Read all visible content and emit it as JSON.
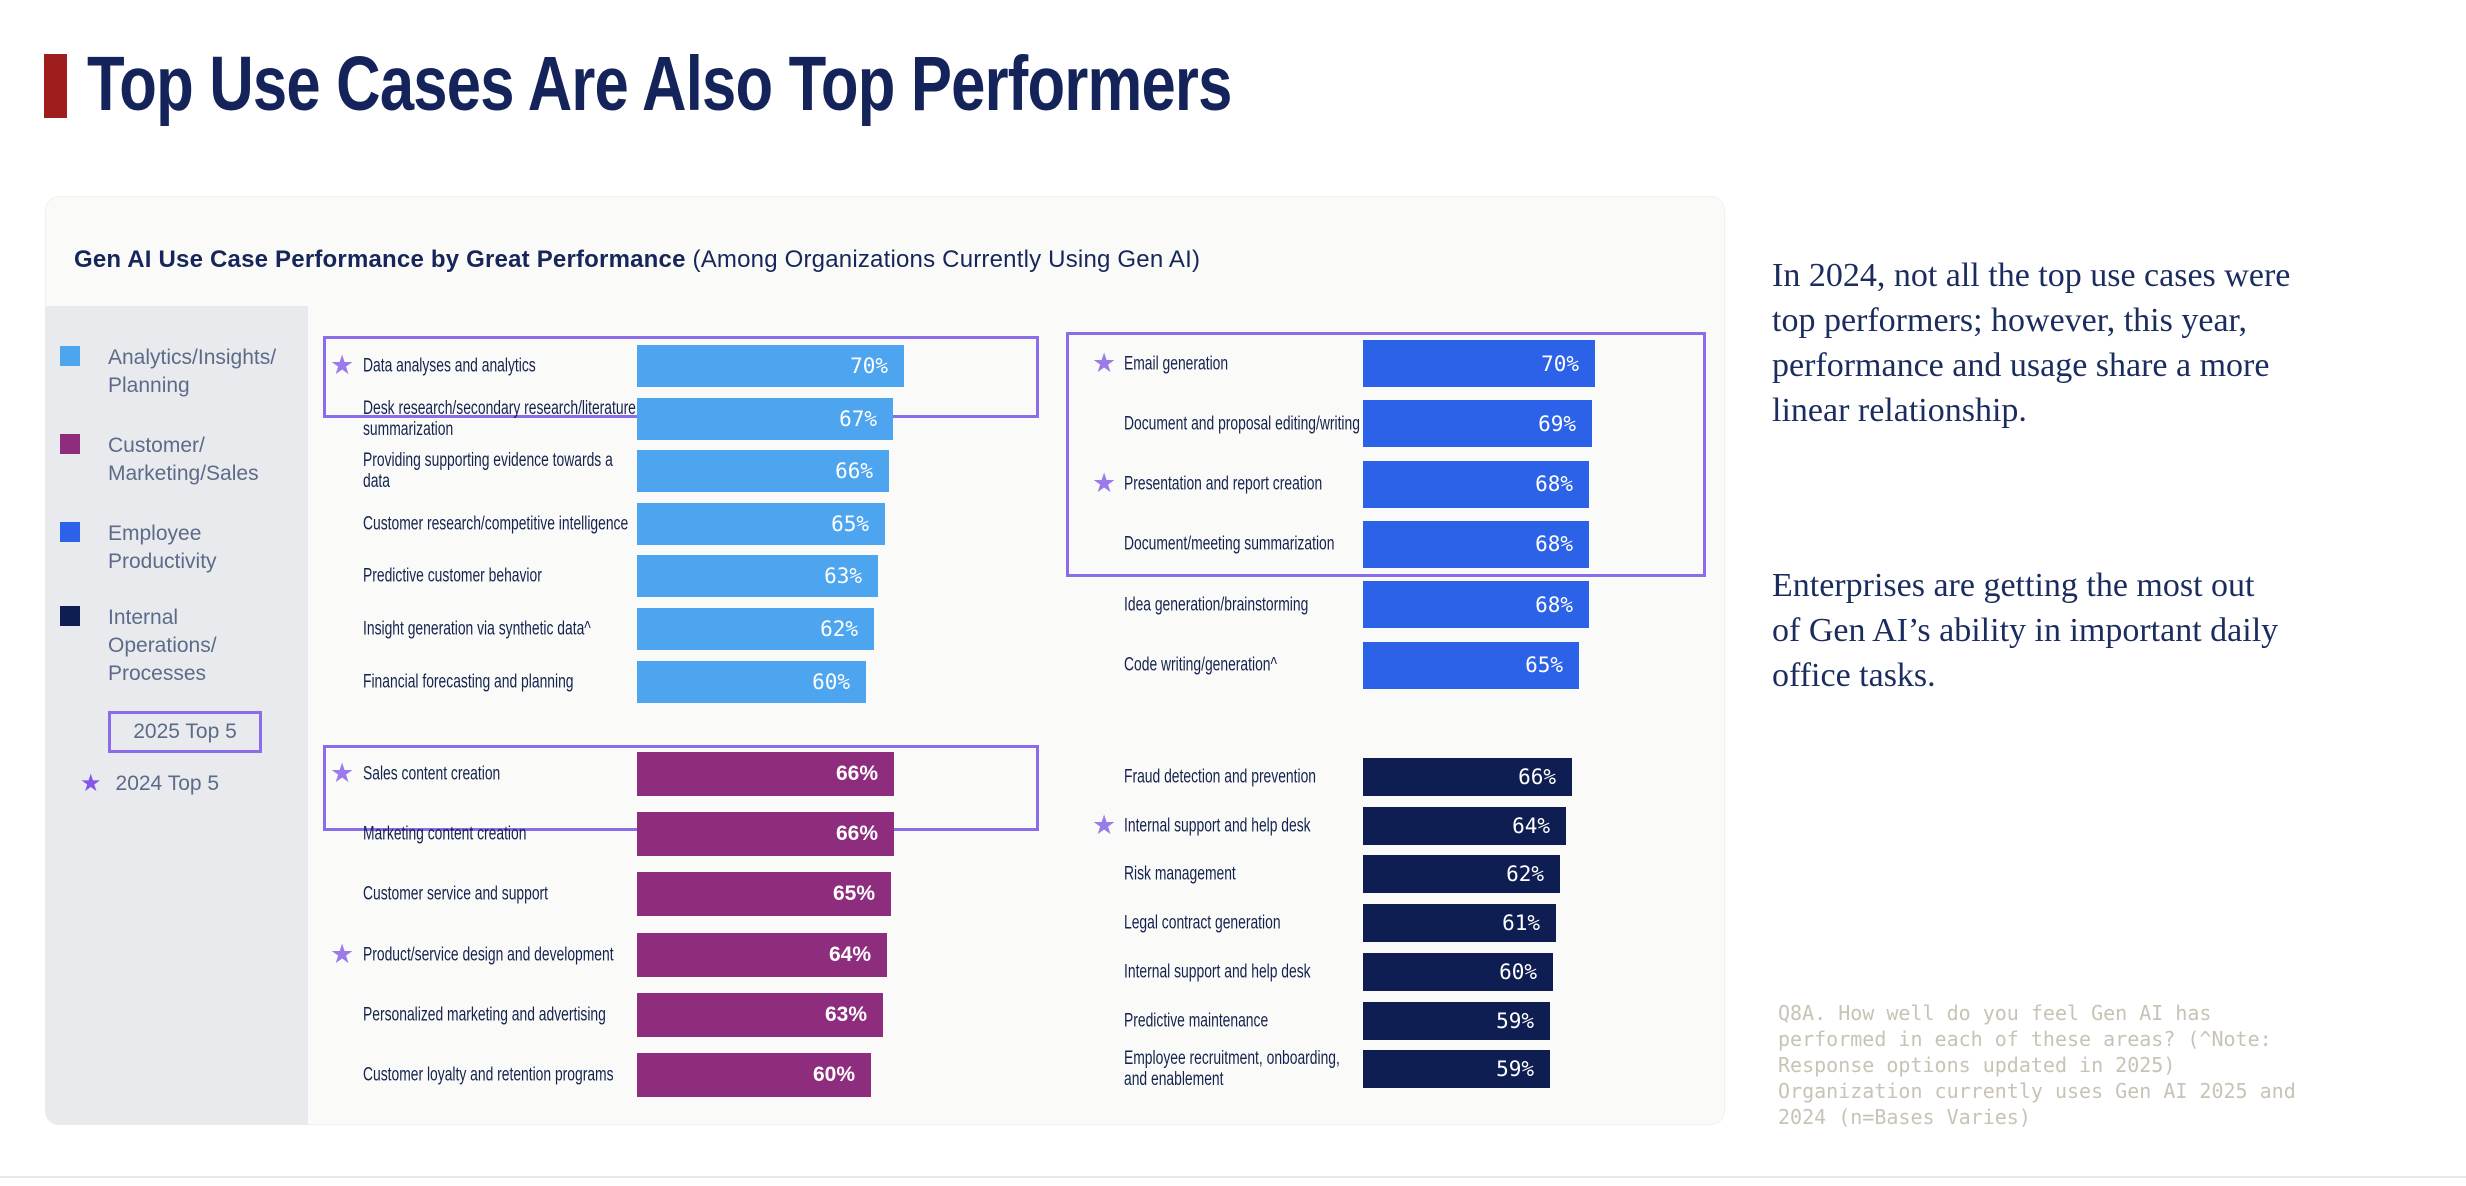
{
  "page": {
    "title": "Top Use Cases Are Also Top Performers",
    "accent_color": "#9E1E1E",
    "title_color": "#14235A"
  },
  "panel": {
    "heading_bold": "Gen AI Use Case Performance by Great Performance",
    "heading_rest": " (Among Organizations Currently Using Gen AI)"
  },
  "legend": {
    "items": [
      {
        "label": "Analytics/Insights/\nPlanning",
        "color": "#4DA5F0"
      },
      {
        "label": "Customer/\nMarketing/Sales",
        "color": "#8E2C7D"
      },
      {
        "label": "Employee\nProductivity",
        "color": "#2B62E8"
      },
      {
        "label": "Internal\nOperations/\nProcesses",
        "color": "#0E1E52"
      }
    ],
    "top5_2025_label": "2025 Top 5",
    "top5_2024_label": "2024 Top 5",
    "star_icon": "★",
    "highlight_color": "#8B6CEA",
    "star_color": "#8357E8"
  },
  "chart_data": {
    "type": "bar",
    "orientation": "horizontal",
    "unit": "%",
    "title": "Gen AI Use Case Performance by Great Performance (Among Organizations Currently Using Gen AI)",
    "value_range": [
      0,
      100
    ],
    "legend_position": "left",
    "grid": false,
    "groups": [
      {
        "name": "Analytics/Insights/Planning",
        "color": "#4DA5F0",
        "column": "left",
        "bars": [
          {
            "label": "Data analyses and analytics",
            "value": 70,
            "star_2024": true,
            "in_2025_box": true
          },
          {
            "label": "Desk research/secondary research/literature summarization",
            "value": 67,
            "star_2024": false,
            "in_2025_box": false
          },
          {
            "label": "Providing supporting evidence towards a data",
            "value": 66,
            "star_2024": false,
            "in_2025_box": false
          },
          {
            "label": "Customer research/competitive intelligence",
            "value": 65,
            "star_2024": false,
            "in_2025_box": false
          },
          {
            "label": "Predictive customer behavior",
            "value": 63,
            "star_2024": false,
            "in_2025_box": false
          },
          {
            "label": "Insight generation via synthetic data^",
            "value": 62,
            "star_2024": false,
            "in_2025_box": false
          },
          {
            "label": "Financial forecasting and planning",
            "value": 60,
            "star_2024": false,
            "in_2025_box": false
          }
        ]
      },
      {
        "name": "Customer/Marketing/Sales",
        "color": "#8E2C7D",
        "column": "left",
        "bars": [
          {
            "label": "Sales content creation",
            "value": 66,
            "star_2024": true,
            "in_2025_box": true
          },
          {
            "label": "Marketing content creation",
            "value": 66,
            "star_2024": false,
            "in_2025_box": false
          },
          {
            "label": "Customer service and support",
            "value": 65,
            "star_2024": false,
            "in_2025_box": false
          },
          {
            "label": "Product/service design and development",
            "value": 64,
            "star_2024": true,
            "in_2025_box": false
          },
          {
            "label": "Personalized marketing and advertising",
            "value": 63,
            "star_2024": false,
            "in_2025_box": false
          },
          {
            "label": "Customer loyalty and retention programs",
            "value": 60,
            "star_2024": false,
            "in_2025_box": false
          }
        ]
      },
      {
        "name": "Employee Productivity",
        "color": "#2B62E8",
        "column": "right",
        "bars": [
          {
            "label": "Email generation",
            "value": 70,
            "star_2024": true,
            "in_2025_box": true
          },
          {
            "label": "Document and proposal editing/writing",
            "value": 69,
            "star_2024": false,
            "in_2025_box": true
          },
          {
            "label": "Presentation and report creation",
            "value": 68,
            "star_2024": true,
            "in_2025_box": true
          },
          {
            "label": "Document/meeting summarization",
            "value": 68,
            "star_2024": false,
            "in_2025_box": true
          },
          {
            "label": "Idea generation/brainstorming",
            "value": 68,
            "star_2024": false,
            "in_2025_box": false
          },
          {
            "label": "Code writing/generation^",
            "value": 65,
            "star_2024": false,
            "in_2025_box": false
          }
        ]
      },
      {
        "name": "Internal Operations/Processes",
        "color": "#0E1E52",
        "column": "right",
        "bars": [
          {
            "label": "Fraud detection and prevention",
            "value": 66,
            "star_2024": false,
            "in_2025_box": false
          },
          {
            "label": "Internal support and help desk",
            "value": 64,
            "star_2024": true,
            "in_2025_box": false
          },
          {
            "label": "Risk management",
            "value": 62,
            "star_2024": false,
            "in_2025_box": false
          },
          {
            "label": "Legal contract generation",
            "value": 61,
            "star_2024": false,
            "in_2025_box": false
          },
          {
            "label": "Internal support and help desk",
            "value": 60,
            "star_2024": false,
            "in_2025_box": false
          },
          {
            "label": "Predictive maintenance",
            "value": 59,
            "star_2024": false,
            "in_2025_box": false
          },
          {
            "label": "Employee recruitment, onboarding, and enablement",
            "value": 59,
            "star_2024": false,
            "in_2025_box": false
          }
        ]
      }
    ]
  },
  "sidebar": {
    "paragraph1": "In 2024, not all the top use cases were\ntop performers; however, this year,\nperformance and usage share a more\nlinear relationship.",
    "paragraph2": "Enterprises are getting the most out\nof Gen AI’s ability in important daily\noffice tasks."
  },
  "footnote": "Q8A. How well do you feel Gen AI has\nperformed in each of these areas? (^Note:\nResponse options updated in 2025)\nOrganization currently uses Gen AI 2025 and\n2024 (n=Bases Varies)"
}
